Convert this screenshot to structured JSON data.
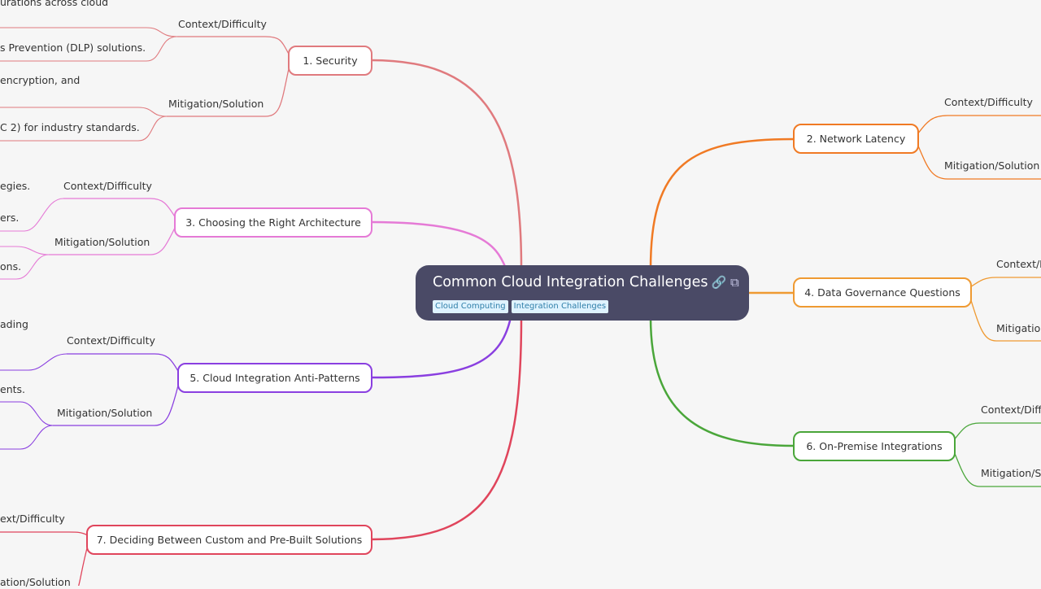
{
  "root": {
    "title": "Common Cloud Integration Challenges",
    "icons": [
      "link-icon",
      "copy-icon"
    ],
    "tags": [
      "Cloud Computing",
      "Integration Challenges"
    ]
  },
  "colors": {
    "background": "#f6f6f6",
    "root": "#4a4a66",
    "security": "#e07a7e",
    "network_latency": "#f07a24",
    "architecture": "#e57ad6",
    "data_governance": "#ef9a32",
    "anti_patterns": "#8a3fe0",
    "on_premise": "#4aa63a",
    "custom_vs_prebuilt": "#e0455c"
  },
  "branches": {
    "security": {
      "label": "1. Security",
      "context": "Context/Difficulty",
      "mitigation": "Mitigation/Solution",
      "fragments": [
        "urations across cloud",
        "s Prevention (DLP) solutions.",
        "encryption, and",
        "C 2) for industry standards."
      ]
    },
    "network_latency": {
      "label": "2. Network Latency",
      "context": "Context/Difficulty",
      "mitigation": "Mitigation/Solution"
    },
    "architecture": {
      "label": "3. Choosing the Right Architecture",
      "context": "Context/Difficulty",
      "mitigation": "Mitigation/Solution",
      "fragments": [
        "egies.",
        "ers.",
        "ons."
      ]
    },
    "data_governance": {
      "label": "4. Data Governance Questions",
      "context": "Context/D",
      "mitigation": "Mitigation"
    },
    "anti_patterns": {
      "label": "5. Cloud Integration Anti-Patterns",
      "context": "Context/Difficulty",
      "mitigation": "Mitigation/Solution",
      "fragments": [
        "ading",
        "ents."
      ]
    },
    "on_premise": {
      "label": "6. On-Premise Integrations",
      "context": "Context/Diffi",
      "mitigation": "Mitigation/S"
    },
    "custom_vs_prebuilt": {
      "label": "7. Deciding Between Custom and Pre-Built Solutions",
      "context": "ext/Difficulty",
      "mitigation": "ation/Solution"
    }
  }
}
